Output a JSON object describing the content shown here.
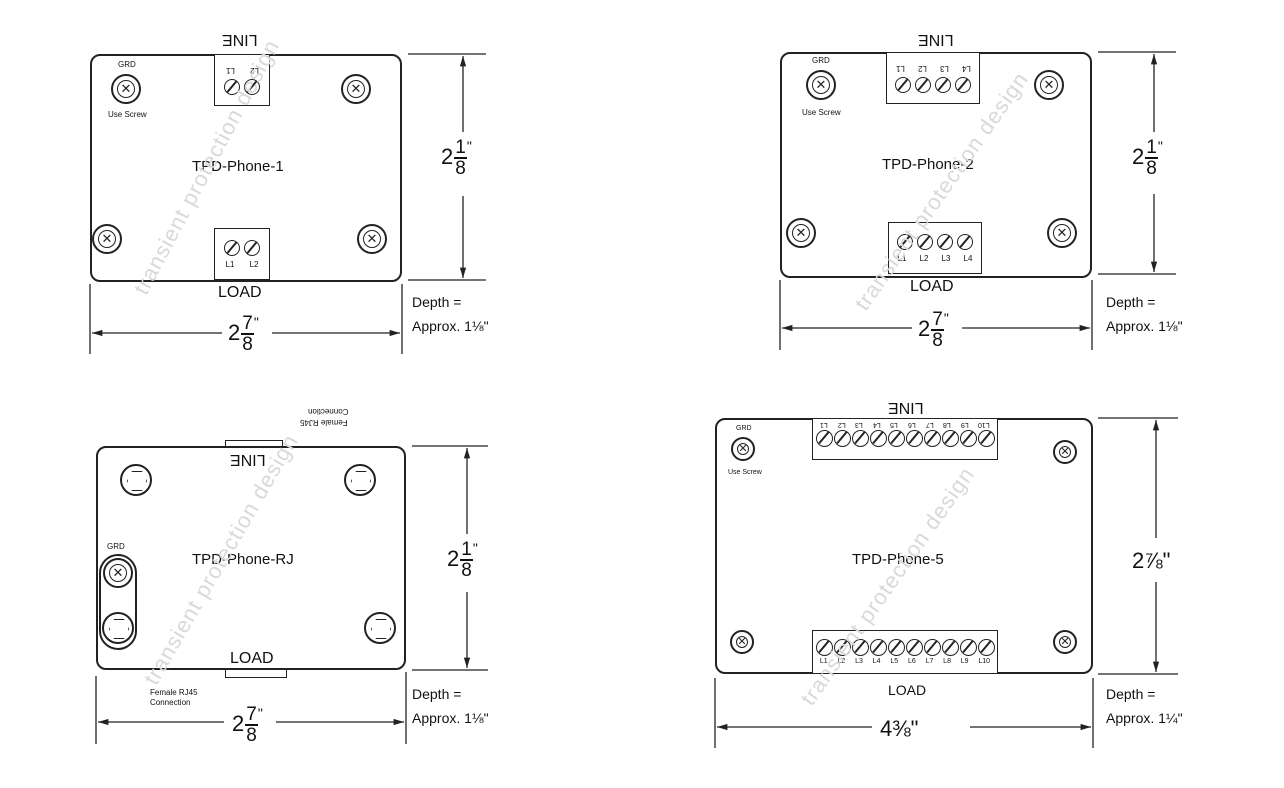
{
  "watermark": "transient protection design",
  "colors": {
    "line": "#222222",
    "watermark": "#d9d9d9",
    "background": "#ffffff"
  },
  "diagrams": [
    {
      "id": "tpd-phone-1",
      "model": "TPD-Phone-1",
      "top_label": "LINE",
      "bottom_label": "LOAD",
      "grd_label": "GRD",
      "grd_note": "Use Screw",
      "top_terminals": [
        "L1",
        "L2"
      ],
      "bottom_terminals": [
        "L1",
        "L2"
      ],
      "width": {
        "whole": "2",
        "num": "7",
        "den": "8",
        "unit": "\""
      },
      "height": {
        "whole": "2",
        "num": "1",
        "den": "8",
        "unit": "\""
      },
      "depth_line1": "Depth =",
      "depth_line2": "Approx. 1⅛\""
    },
    {
      "id": "tpd-phone-2",
      "model": "TPD-Phone-2",
      "top_label": "LINE",
      "bottom_label": "LOAD",
      "grd_label": "GRD",
      "grd_note": "Use Screw",
      "top_terminals": [
        "L1",
        "L2",
        "L3",
        "L4"
      ],
      "bottom_terminals": [
        "L1",
        "L2",
        "L3",
        "L4"
      ],
      "width": {
        "whole": "2",
        "num": "7",
        "den": "8",
        "unit": "\""
      },
      "height": {
        "whole": "2",
        "num": "1",
        "den": "8",
        "unit": "\""
      },
      "depth_line1": "Depth =",
      "depth_line2": "Approx. 1⅛\""
    },
    {
      "id": "tpd-phone-rj",
      "model": "TPD-Phone-RJ",
      "top_label": "LINE",
      "bottom_label": "LOAD",
      "grd_label": "GRD",
      "top_note_line1": "Female RJ45",
      "top_note_line2": "Connection",
      "bottom_note_line1": "Female RJ45",
      "bottom_note_line2": "Connection",
      "width": {
        "whole": "2",
        "num": "7",
        "den": "8",
        "unit": "\""
      },
      "height": {
        "whole": "2",
        "num": "1",
        "den": "8",
        "unit": "\""
      },
      "depth_line1": "Depth =",
      "depth_line2": "Approx. 1⅛\""
    },
    {
      "id": "tpd-phone-5",
      "model": "TPD-Phone-5",
      "top_label": "LINE",
      "bottom_label": "LOAD",
      "grd_label": "GRD",
      "grd_note": "Use Screw",
      "top_terminals": [
        "L1",
        "L2",
        "L3",
        "L4",
        "L5",
        "L6",
        "L7",
        "L8",
        "L9",
        "L10"
      ],
      "bottom_terminals": [
        "L1",
        "L2",
        "L3",
        "L4",
        "L5",
        "L6",
        "L7",
        "L8",
        "L9",
        "L10"
      ],
      "width_text": "4⅜\"",
      "height_text": "2⅞\"",
      "depth_line1": "Depth =",
      "depth_line2": "Approx. 1¼\""
    }
  ]
}
